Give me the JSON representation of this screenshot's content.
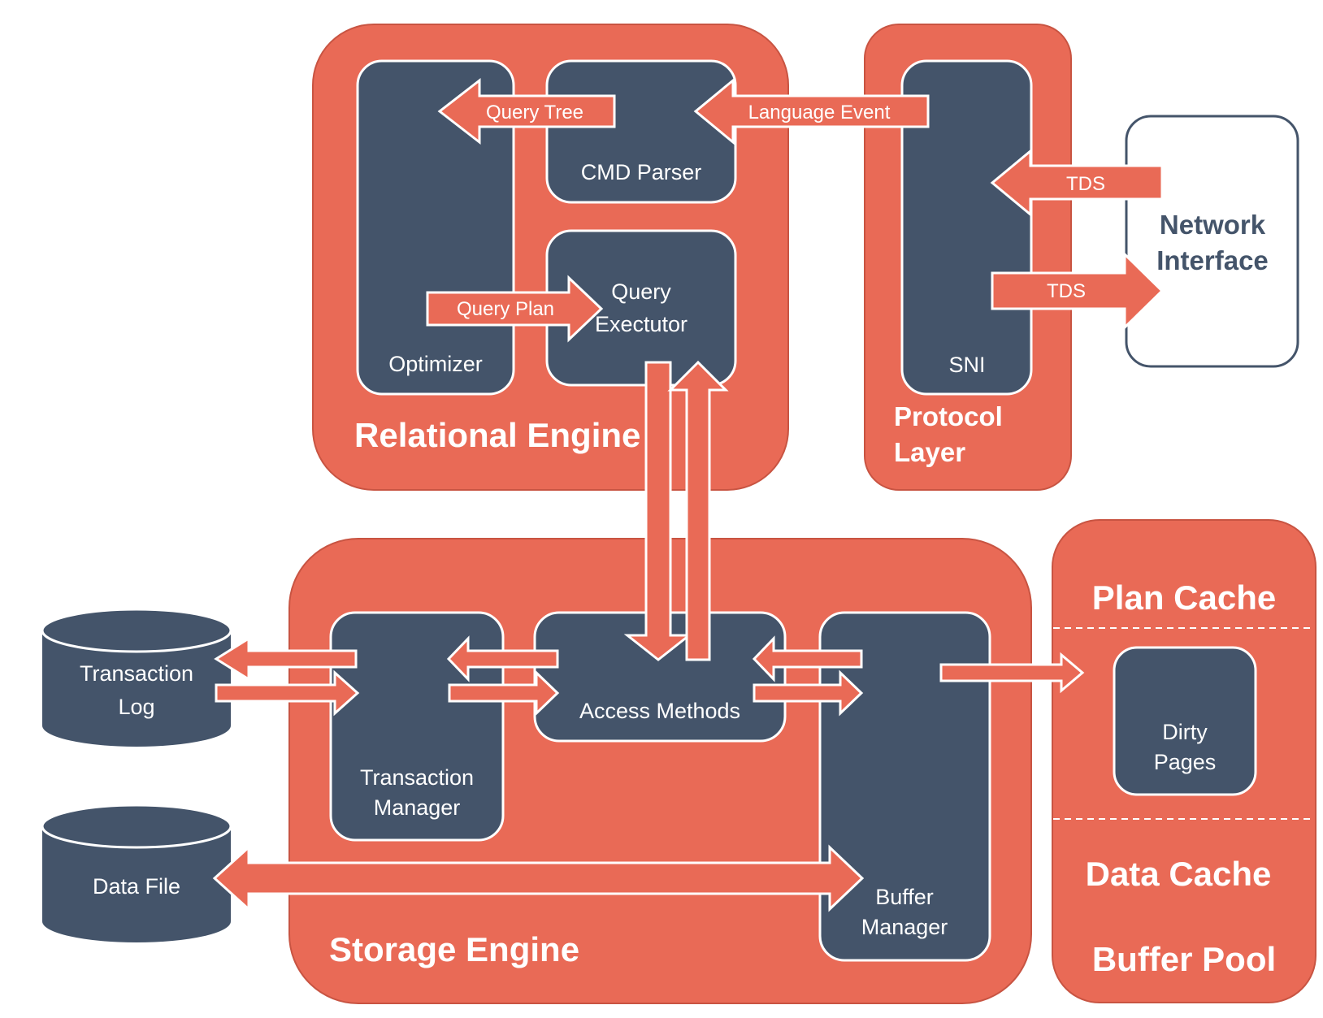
{
  "colors": {
    "container": "#e96a56",
    "module": "#44546a",
    "arrow": "#e96a56",
    "outline": "#ffffff",
    "network_border": "#44546a"
  },
  "relational_engine": {
    "title": "Relational Engine",
    "optimizer": "Optimizer",
    "cmd_parser": "CMD Parser",
    "query_executor": [
      "Query",
      "Exectutor"
    ],
    "arrow_query_tree": "Query Tree",
    "arrow_query_plan": "Query Plan",
    "arrow_language_event": "Language Event"
  },
  "protocol_layer": {
    "title": [
      "Protocol",
      "Layer"
    ],
    "sni": "SNI",
    "arrow_tds_in": "TDS",
    "arrow_tds_out": "TDS"
  },
  "network_interface": [
    "Network",
    "Interface"
  ],
  "storage_engine": {
    "title": "Storage Engine",
    "transaction_manager": [
      "Transaction",
      "Manager"
    ],
    "access_methods": "Access Methods",
    "buffer_manager": [
      "Buffer",
      "Manager"
    ]
  },
  "transaction_log": [
    "Transaction",
    "Log"
  ],
  "data_file": "Data File",
  "buffer_pool": {
    "plan_cache": "Plan Cache",
    "dirty_pages": [
      "Dirty",
      "Pages"
    ],
    "data_cache": "Data Cache",
    "title": "Buffer Pool"
  }
}
